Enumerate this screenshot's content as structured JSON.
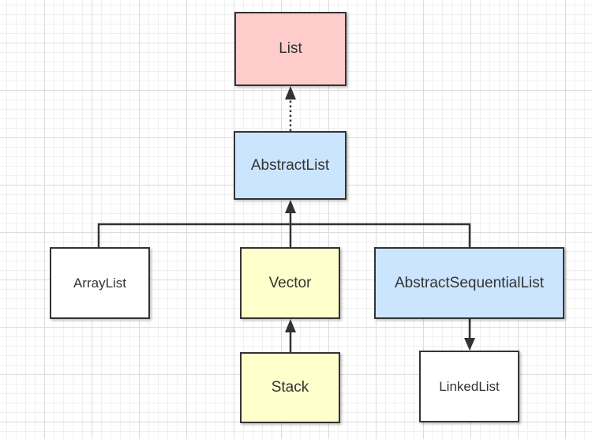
{
  "diagram": {
    "nodes": {
      "list": {
        "label": "List",
        "fill": "#ffcccc"
      },
      "abstract_list": {
        "label": "AbstractList",
        "fill": "#cce5ff"
      },
      "array_list": {
        "label": "ArrayList",
        "fill": "#ffffff"
      },
      "vector": {
        "label": "Vector",
        "fill": "#ffffcc"
      },
      "abstract_sequential_list": {
        "label": "AbstractSequentialList",
        "fill": "#cce5ff"
      },
      "stack": {
        "label": "Stack",
        "fill": "#ffffcc"
      },
      "linked_list": {
        "label": "LinkedList",
        "fill": "#ffffff"
      }
    },
    "edges": [
      {
        "from": "AbstractList",
        "to": "List",
        "style": "dotted",
        "relation": "implements"
      },
      {
        "from": "ArrayList",
        "to": "AbstractList",
        "style": "solid",
        "relation": "extends"
      },
      {
        "from": "Vector",
        "to": "AbstractList",
        "style": "solid",
        "relation": "extends"
      },
      {
        "from": "AbstractSequentialList",
        "to": "AbstractList",
        "style": "solid",
        "relation": "extends"
      },
      {
        "from": "Stack",
        "to": "Vector",
        "style": "solid",
        "relation": "extends"
      },
      {
        "from": "AbstractSequentialList",
        "to": "LinkedList",
        "style": "solid",
        "relation": "arrow"
      }
    ],
    "colors": {
      "stroke": "#333333",
      "grid_major": "#dcdcdc",
      "grid_minor": "#f0f0f0"
    }
  }
}
